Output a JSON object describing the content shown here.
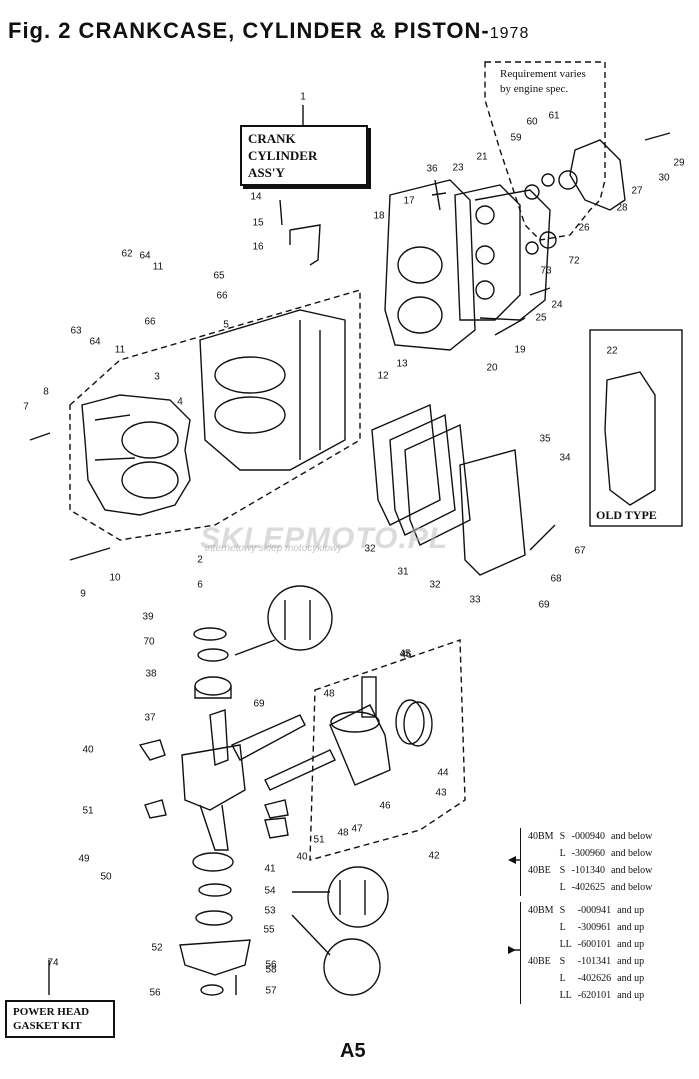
{
  "title": {
    "main": "Fig. 2 CRANKCASE, CYLINDER & PISTON-",
    "year": "1978"
  },
  "labels": {
    "crank_cylinder_assy": [
      "CRANK CYLINDER",
      "ASS'Y"
    ],
    "requirement_note": [
      "Requirement varies",
      "by engine spec."
    ],
    "old_type": "OLD TYPE",
    "power_head_kit": [
      "POWER HEAD",
      "GASKET KIT"
    ],
    "page_id": "A5"
  },
  "watermark": {
    "brand": "SKLEPMOTO.PL",
    "tagline": "internetowy sklep motocyklowy"
  },
  "part_numbers": [
    "1",
    "2",
    "3",
    "4",
    "5",
    "6",
    "7",
    "8",
    "9",
    "10",
    "11",
    "11",
    "12",
    "13",
    "14",
    "15",
    "16",
    "17",
    "18",
    "19",
    "20",
    "21",
    "22",
    "23",
    "24",
    "25",
    "26",
    "27",
    "28",
    "29",
    "30",
    "31",
    "32",
    "32",
    "33",
    "34",
    "35",
    "36",
    "37",
    "38",
    "39",
    "40",
    "40",
    "41",
    "42",
    "43",
    "44",
    "45",
    "46",
    "46",
    "47",
    "48",
    "48",
    "49",
    "50",
    "51",
    "51",
    "52",
    "53",
    "54",
    "55",
    "56",
    "56",
    "57",
    "58",
    "59",
    "60",
    "61",
    "62",
    "63",
    "64",
    "64",
    "65",
    "66",
    "66",
    "67",
    "68",
    "69",
    "69",
    "70",
    "72",
    "73",
    "74"
  ],
  "serial_table": {
    "below": [
      {
        "model": "40BM",
        "type": "S",
        "range": "-000940",
        "note": "and below"
      },
      {
        "model": "",
        "type": "L",
        "range": "-300960",
        "note": "and below"
      },
      {
        "model": "40BE",
        "type": "S",
        "range": "-101340",
        "note": "and below"
      },
      {
        "model": "",
        "type": "L",
        "range": "-402625",
        "note": "and below"
      }
    ],
    "up": [
      {
        "model": "40BM",
        "type": "S",
        "range": "-000941",
        "note": "and up"
      },
      {
        "model": "",
        "type": "L",
        "range": "-300961",
        "note": "and up"
      },
      {
        "model": "",
        "type": "LL",
        "range": "-600101",
        "note": "and up"
      },
      {
        "model": "40BE",
        "type": "S",
        "range": "-101341",
        "note": "and up"
      },
      {
        "model": "",
        "type": "L",
        "range": "-402626",
        "note": "and up"
      },
      {
        "model": "",
        "type": "LL",
        "range": "-620101",
        "note": "and up"
      }
    ]
  }
}
